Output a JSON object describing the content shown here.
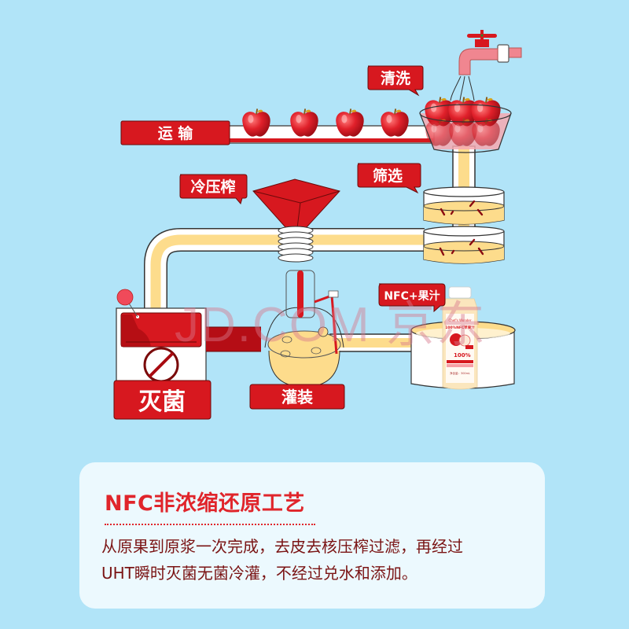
{
  "colors": {
    "background": "#b1e4f8",
    "accent_red": "#e0252b",
    "label_red": "#d7181f",
    "pipe_fill": "#fddc8c",
    "card_bg": "#ecf9fe",
    "body_text": "#7a1414"
  },
  "diagram": {
    "steps": [
      {
        "id": "transport",
        "label": "运  输"
      },
      {
        "id": "wash",
        "label": "清洗"
      },
      {
        "id": "cold_press",
        "label": "冷压榨"
      },
      {
        "id": "filter",
        "label": "筛选"
      },
      {
        "id": "sterilize",
        "label": "灭菌"
      },
      {
        "id": "fill",
        "label": "灌装"
      },
      {
        "id": "product",
        "label": "NFC+果汁"
      }
    ],
    "icons": [
      "apple-icon",
      "faucet-icon",
      "wash-bowl-icon",
      "funnel-icon",
      "spring-coil-icon",
      "sieve-icon",
      "sterilizer-machine-icon",
      "no-sign-icon",
      "flask-icon",
      "juice-bottle-icon",
      "pot-icon"
    ],
    "bottle": {
      "brand": "Chef's Wonder",
      "product_line": "100%NFC苹果汁",
      "badge": "100%",
      "volume": "净含量：300mL"
    },
    "watermark": "JD.COM 京东"
  },
  "info": {
    "title": "NFC非浓缩还原工艺",
    "body_lines": [
      "从原果到原浆一次完成，去皮去核压榨过滤，再经过",
      "UHT瞬时灭菌无菌冷灌，不经过兑水和添加。"
    ]
  }
}
